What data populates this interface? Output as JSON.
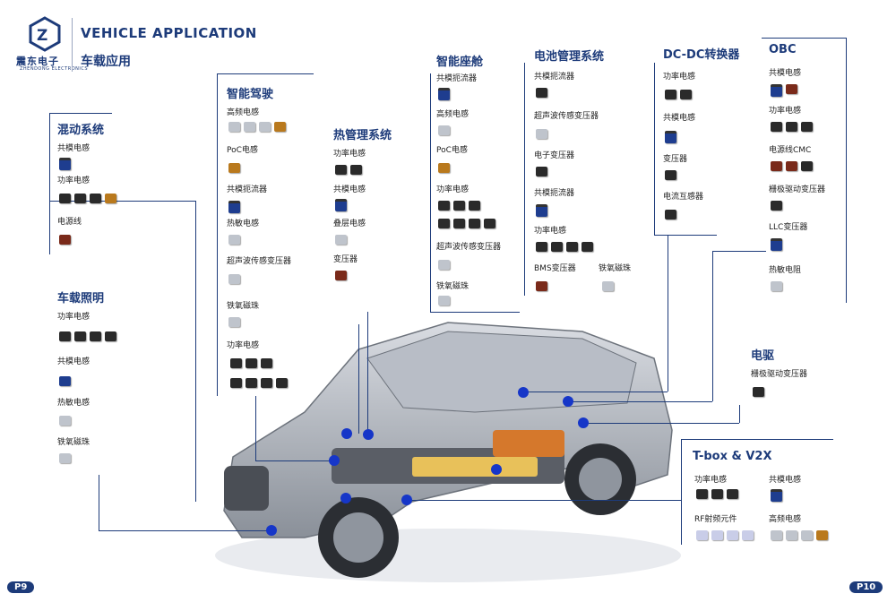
{
  "header": {
    "brand_cn": "震东电子",
    "brand_en": "ZHENDONG ELECTRONICS",
    "title_en": "VEHICLE APPLICATION",
    "title_cn": "车载应用"
  },
  "sections": {
    "hybrid": {
      "title": "混动系统",
      "items": [
        "共模电感",
        "功率电感",
        "电源线"
      ]
    },
    "lighting": {
      "title": "车载照明",
      "items": [
        "功率电感",
        "共模电感",
        "热敏电感",
        "铁氧磁珠"
      ]
    },
    "adas": {
      "title": "智能驾驶",
      "items": [
        "高频电感",
        "PoC电感",
        "共模扼流器",
        "热敏电感",
        "超声波传感变压器",
        "铁氧磁珠",
        "功率电感"
      ]
    },
    "thermal": {
      "title": "热管理系统",
      "items": [
        "功率电感",
        "共模电感",
        "叠层电感",
        "变压器"
      ]
    },
    "cockpit": {
      "title": "智能座舱",
      "items": [
        "共模扼流器",
        "高频电感",
        "PoC电感",
        "功率电感",
        "超声波传感变压器",
        "铁氧磁珠"
      ]
    },
    "bms": {
      "title": "电池管理系统",
      "items": [
        "共模扼流器",
        "超声波传感变压器",
        "电子变压器",
        "共模扼流器",
        "功率电感",
        "BMS变压器",
        "铁氧磁珠"
      ]
    },
    "dcdc": {
      "title": "DC-DC转换器",
      "items": [
        "功率电感",
        "共模电感",
        "变压器",
        "电流互感器"
      ]
    },
    "obc": {
      "title": "OBC",
      "items": [
        "共模电感",
        "功率电感",
        "电源线CMC",
        "栅极驱动变压器",
        "LLC变压器",
        "热敏电阻"
      ]
    },
    "drive": {
      "title": "电驱",
      "items": [
        "栅极驱动变压器"
      ]
    },
    "tbox": {
      "title": "T-box & V2X",
      "items": [
        "功率电感",
        "共模电感",
        "RF射频元件",
        "高频电感"
      ]
    }
  },
  "pages": {
    "left": "P9",
    "right": "P10"
  },
  "colors": {
    "brand": "#1d3b7a",
    "dot": "#1636c8"
  }
}
